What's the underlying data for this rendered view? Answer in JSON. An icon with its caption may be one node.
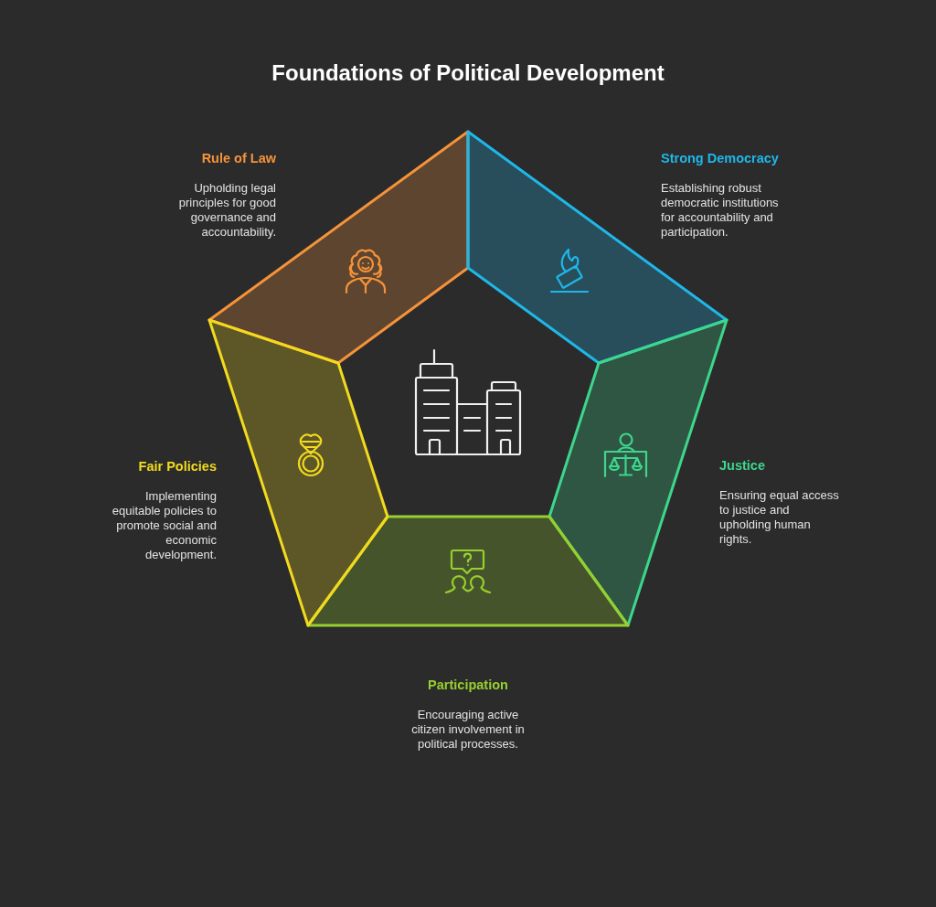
{
  "diagram": {
    "title": "Foundations of Political Development",
    "nodes": [
      {
        "text": [
          "Rule of Law",
          "Upholding legal principles for good governance and accountability."
        ]
      },
      {
        "text": [
          "Strong Democracy",
          "Establishing robust democratic institutions for accountability and participation."
        ]
      },
      {
        "text": [
          "Fair Policies",
          "Implementing equitable policies to promote social and economic development."
        ]
      },
      {
        "text": [
          "Justice",
          "Ensuring equal access to justice and upholding human rights."
        ]
      },
      {
        "text": [
          "Participation",
          "Encouraging active citizen involvement in political processes."
        ]
      }
    ]
  }
}
